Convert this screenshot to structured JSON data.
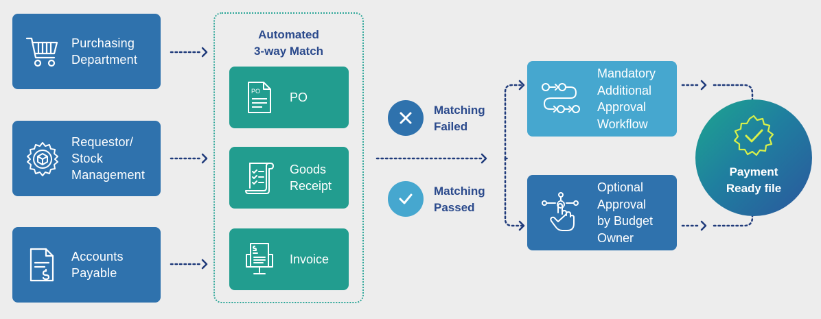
{
  "sources": [
    {
      "label_line1": "Purchasing",
      "label_line2": "Department",
      "icon": "shopping-cart-icon"
    },
    {
      "label_line1": "Requestor/",
      "label_line2": "Stock",
      "label_line3": "Management",
      "icon": "gear-box-icon"
    },
    {
      "label_line1": "Accounts",
      "label_line2": "Payable",
      "icon": "invoice-dollar-icon"
    }
  ],
  "match": {
    "title_line1": "Automated",
    "title_line2": "3-way Match",
    "items": [
      {
        "label_line1": "PO",
        "icon": "po-document-icon",
        "icon_text": "PO"
      },
      {
        "label_line1": "Goods",
        "label_line2": "Receipt",
        "icon": "checklist-scroll-icon"
      },
      {
        "label_line1": "Invoice",
        "icon": "invoice-printer-icon"
      }
    ]
  },
  "status": {
    "failed": {
      "line1": "Matching",
      "line2": "Failed",
      "icon": "x-icon"
    },
    "passed": {
      "line1": "Matching",
      "line2": "Passed",
      "icon": "check-icon"
    }
  },
  "workflows": [
    {
      "line1": "Mandatory",
      "line2": "Additional",
      "line3": "Approval",
      "line4": "Workflow",
      "icon": "workflow-icon"
    },
    {
      "line1": "Optional",
      "line2": "Approval",
      "line3": "by Budget",
      "line4": "Owner",
      "icon": "hand-tap-icon"
    }
  ],
  "payment": {
    "line1": "Payment",
    "line2": "Ready file",
    "icon": "badge-check-icon"
  },
  "colors": {
    "source_blue": "#2f72ad",
    "match_green": "#229d8f",
    "mandatory_blue": "#46a7cf",
    "optional_blue": "#2f72ad",
    "failed_circle": "#2f72ad",
    "passed_circle": "#46a7cf",
    "text_navy": "#2b4a8c",
    "connector": "#1f3a7a"
  }
}
